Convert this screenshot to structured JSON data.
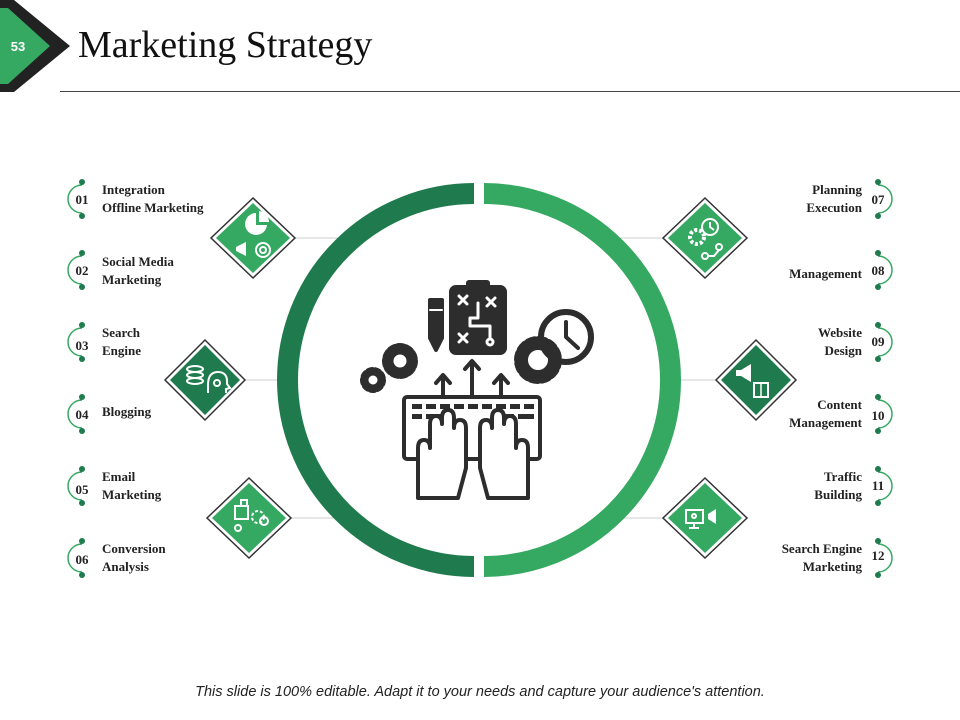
{
  "slide": {
    "number": "53",
    "title": "Marketing Strategy",
    "footer": "This slide is 100% editable. Adapt it to your needs and capture your audience's attention."
  },
  "colors": {
    "accent_green": "#35A862",
    "dark_green": "#1F7B4D",
    "badge_dark": "#222222",
    "icon_dark": "#2D2D2D"
  },
  "items": {
    "left": [
      {
        "num": "01",
        "label": "Integration\nOffline Marketing"
      },
      {
        "num": "02",
        "label": "Social Media\nMarketing"
      },
      {
        "num": "03",
        "label": "Search\nEngine"
      },
      {
        "num": "04",
        "label": "Blogging"
      },
      {
        "num": "05",
        "label": "Email\nMarketing"
      },
      {
        "num": "06",
        "label": "Conversion\nAnalysis"
      }
    ],
    "right": [
      {
        "num": "07",
        "label": "Planning\nExecution"
      },
      {
        "num": "08",
        "label": "Management"
      },
      {
        "num": "09",
        "label": "Website\nDesign"
      },
      {
        "num": "10",
        "label": "Content\nManagement"
      },
      {
        "num": "11",
        "label": "Traffic\nBuilding"
      },
      {
        "num": "12",
        "label": "Search Engine\nMarketing"
      }
    ]
  },
  "icons": {
    "center": "keyboard-hands-strategy-icon",
    "diamonds_left": [
      "pie-chart-megaphone-target-icon",
      "coins-head-money-icon",
      "puzzle-gears-icon"
    ],
    "diamonds_right": [
      "gears-clock-flow-icon",
      "megaphone-puzzle-icon",
      "monitor-megaphone-icon"
    ]
  }
}
